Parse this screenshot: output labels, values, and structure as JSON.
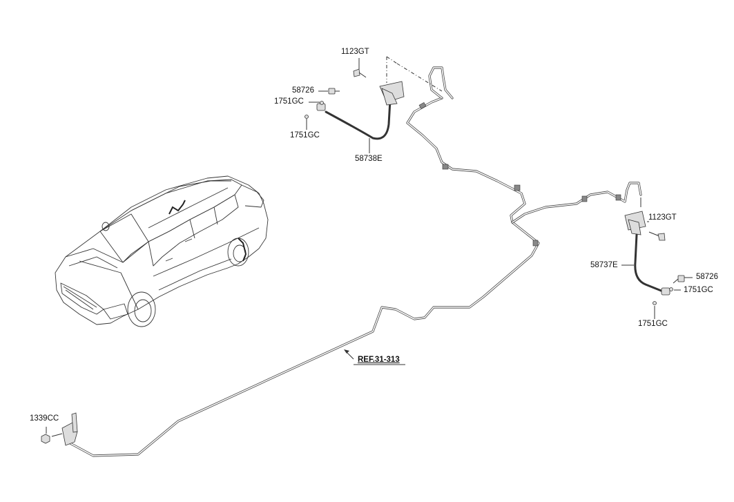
{
  "labels": {
    "bolt_top": "1123GT",
    "nut_top": "58726",
    "washer_top_a": "1751GC",
    "washer_top_b": "1751GC",
    "hose_left": "58738E",
    "bolt_right": "1123GT",
    "hose_right": "58737E",
    "nut_right": "58726",
    "washer_right_a": "1751GC",
    "washer_right_b": "1751GC",
    "nut_bottom": "1339CC"
  },
  "reference": "REF.31-313"
}
